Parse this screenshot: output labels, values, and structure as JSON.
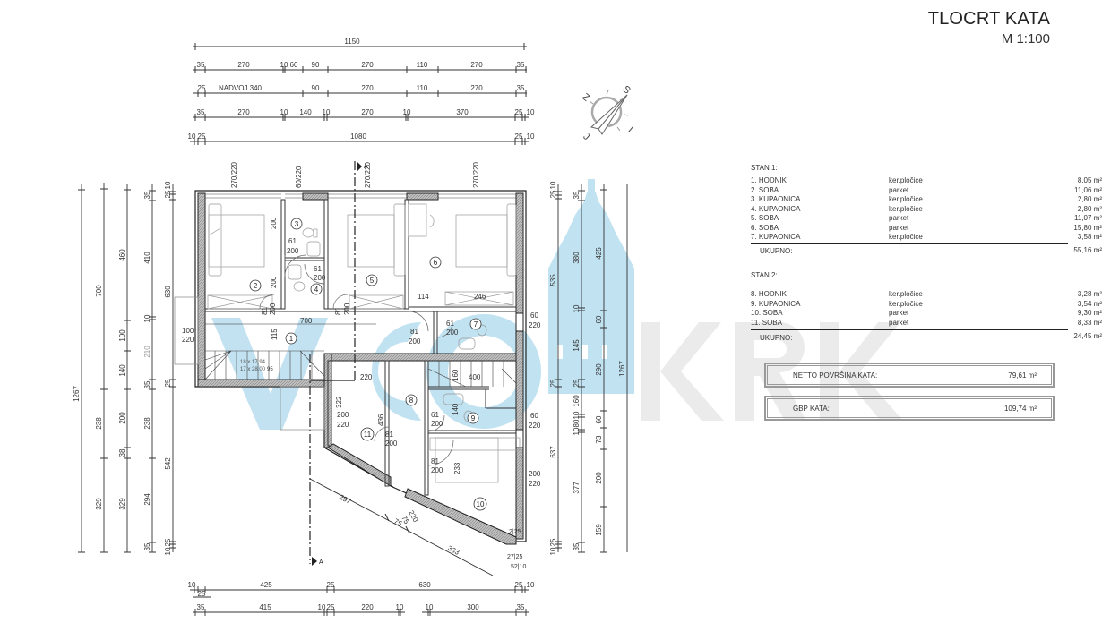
{
  "title": {
    "main": "TLOCRT KATA",
    "scale": "M 1:100"
  },
  "compass": {
    "labels": [
      "S",
      "J",
      "I",
      "Z"
    ]
  },
  "watermark": {
    "text": "VOOS KRK",
    "color": "#8fcbe6"
  },
  "stan1": {
    "header": "STAN 1:",
    "rooms": [
      {
        "name": "1. HODNIK",
        "floor": "ker.pločice",
        "area": "8,05 m²"
      },
      {
        "name": "2. SOBA",
        "floor": "parket",
        "area": "11,06 m²"
      },
      {
        "name": "3. KUPAONICA",
        "floor": "ker.pločice",
        "area": "2,80 m²"
      },
      {
        "name": "4. KUPAONICA",
        "floor": "ker.pločice",
        "area": "2,80 m²"
      },
      {
        "name": "5. SOBA",
        "floor": "parket",
        "area": "11,07 m²"
      },
      {
        "name": "6. SOBA",
        "floor": "parket",
        "area": "15,80 m²"
      },
      {
        "name": "7. KUPAONICA",
        "floor": "ker.pločice",
        "area": "3,58 m²"
      }
    ],
    "total_label": "UKUPNO:",
    "total_value": "55,16 m²"
  },
  "stan2": {
    "header": "STAN 2:",
    "rooms": [
      {
        "name": "8. HODNIK",
        "floor": "ker.pločice",
        "area": "3,28 m²"
      },
      {
        "name": "9. KUPAONICA",
        "floor": "ker.pločice",
        "area": "3,54 m²"
      },
      {
        "name": "10. SOBA",
        "floor": "parket",
        "area": "9,30 m²"
      },
      {
        "name": "11. SOBA",
        "floor": "parket",
        "area": "8,33 m²"
      }
    ],
    "total_label": "UKUPNO:",
    "total_value": "24,45 m²"
  },
  "summary": {
    "netto_label": "NETTO POVRŠINA KATA:",
    "netto_value": "79,61 m²",
    "gbp_label": "GBP KATA:",
    "gbp_value": "109,74 m²"
  },
  "top_dimensions": {
    "row1": [
      "1150"
    ],
    "row2": [
      "35",
      "270",
      "10",
      "60",
      "90",
      "270",
      "110",
      "270",
      "35"
    ],
    "row3": [
      "25",
      "NADVOJ 340",
      "90",
      "270",
      "110",
      "270",
      "35"
    ],
    "row4": [
      "35",
      "270",
      "10",
      "140",
      "10",
      "270",
      "10",
      "370",
      "25",
      "10"
    ],
    "row5": [
      "10",
      "25",
      "1080",
      "25",
      "10"
    ]
  },
  "bottom_dimensions": {
    "row1": [
      "10",
      "25",
      "425",
      "25",
      "630",
      "25",
      "10"
    ],
    "row2": [
      "35",
      "415",
      "10",
      "25",
      "220",
      "10",
      "10",
      "300",
      "35"
    ]
  },
  "left_dimensions": {
    "col1": [
      "1267"
    ],
    "col2": [
      "700",
      "238",
      "329"
    ],
    "col3": [
      "460",
      "100",
      "140",
      "200",
      "38",
      "329"
    ],
    "col4": [
      "35",
      "410",
      "10",
      "210",
      "35",
      "238",
      "294",
      "35"
    ],
    "col5": [
      "25",
      "10",
      "630",
      "25",
      "542",
      "10",
      "25"
    ]
  },
  "right_dimensions": {
    "col1": [
      "25",
      "10",
      "535",
      "25",
      "637",
      "10",
      "25"
    ],
    "col2": [
      "35",
      "380",
      "10",
      "145",
      "25",
      "160",
      "10",
      "80",
      "10",
      "377",
      "35"
    ],
    "col3": [
      "425",
      "60",
      "290",
      "60",
      "73",
      "200",
      "159"
    ],
    "col4": [
      "1267"
    ]
  },
  "diagonal_dimensions": [
    "297",
    "75",
    "333"
  ],
  "section_marker": "A",
  "room_numbers": [
    "1",
    "2",
    "3",
    "4",
    "5",
    "6",
    "7",
    "8",
    "9",
    "10",
    "11"
  ],
  "openings": {
    "window_270_220": "270/220",
    "window_60_220": "60/220",
    "door_61_200": "61/200",
    "door_81_200": "81/200",
    "window_100_220": "100/220",
    "window_200_220": "200/220",
    "window_75_220": "75/220"
  },
  "stair_note": [
    "18 x 17,94",
    "17 x 28,00"
  ],
  "inner_dims": [
    "700",
    "115",
    "220",
    "400",
    "114",
    "246",
    "322",
    "436",
    "140",
    "233",
    "160",
    "200",
    "10",
    "52",
    "27",
    "25"
  ]
}
